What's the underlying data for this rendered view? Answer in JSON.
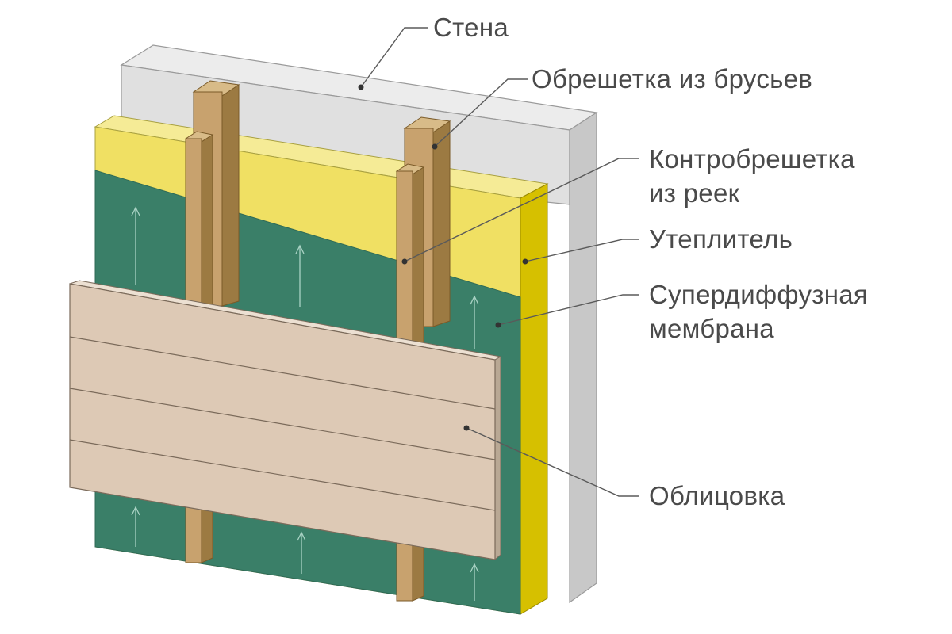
{
  "labels": {
    "wall": "Стена",
    "batten_beams_line1": "Обрешетка из брусьев",
    "counter_batten_line1": "Контробрешетка",
    "counter_batten_line2": "из реек",
    "insulation": "Утеплитель",
    "membrane_line1": "Супердиффузная",
    "membrane_line2": "мембрана",
    "cladding": "Облицовка"
  },
  "colors": {
    "wall_front": "#e0e0e0",
    "wall_top": "#ebebeb",
    "wall_side": "#c8c8c8",
    "insulation": "#f0e063",
    "insulation_side": "#d6c000",
    "membrane": "#3a7f68",
    "timber": "#c8a26e",
    "timber_dark": "#9c7a42",
    "cladding": "#ddc9b5",
    "leader_line": "#5a5a5a",
    "text": "#4a4a4a"
  }
}
